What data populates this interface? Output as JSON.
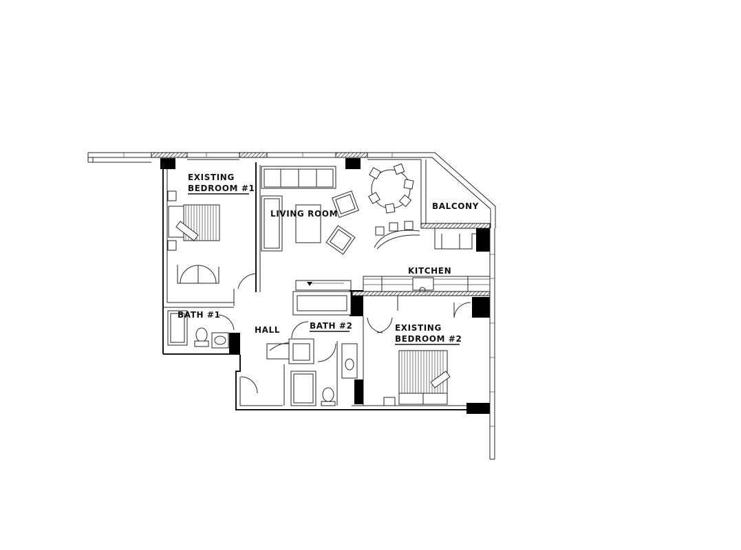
{
  "rooms": {
    "bedroom1_line1": "EXISTING",
    "bedroom1_line2": "BEDROOM #1",
    "living_room": "LIVING ROOM",
    "balcony": "BALCONY",
    "kitchen": "KITCHEN",
    "bath1": "BATH #1",
    "hall": "HALL",
    "bath2": "BATH #2",
    "bedroom2_line1": "EXISTING",
    "bedroom2_line2": "BEDROOM #2"
  }
}
